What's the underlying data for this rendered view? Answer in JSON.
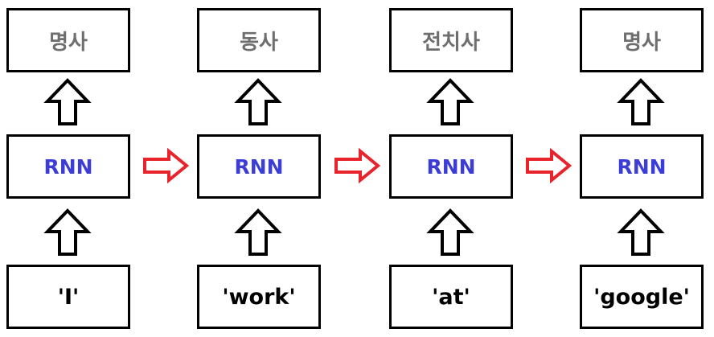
{
  "columns": [
    {
      "output": "명사",
      "cell": "RNN",
      "input": "'I'"
    },
    {
      "output": "동사",
      "cell": "RNN",
      "input": "'work'"
    },
    {
      "output": "전치사",
      "cell": "RNN",
      "input": "'at'"
    },
    {
      "output": "명사",
      "cell": "RNN",
      "input": "'google'"
    }
  ],
  "colors": {
    "output_text": "#6e6e6e",
    "rnn_text": "#3c3cd6",
    "recurrent_arrow": "#e8232b",
    "upward_arrow": "#000000",
    "box_border": "#000000"
  }
}
